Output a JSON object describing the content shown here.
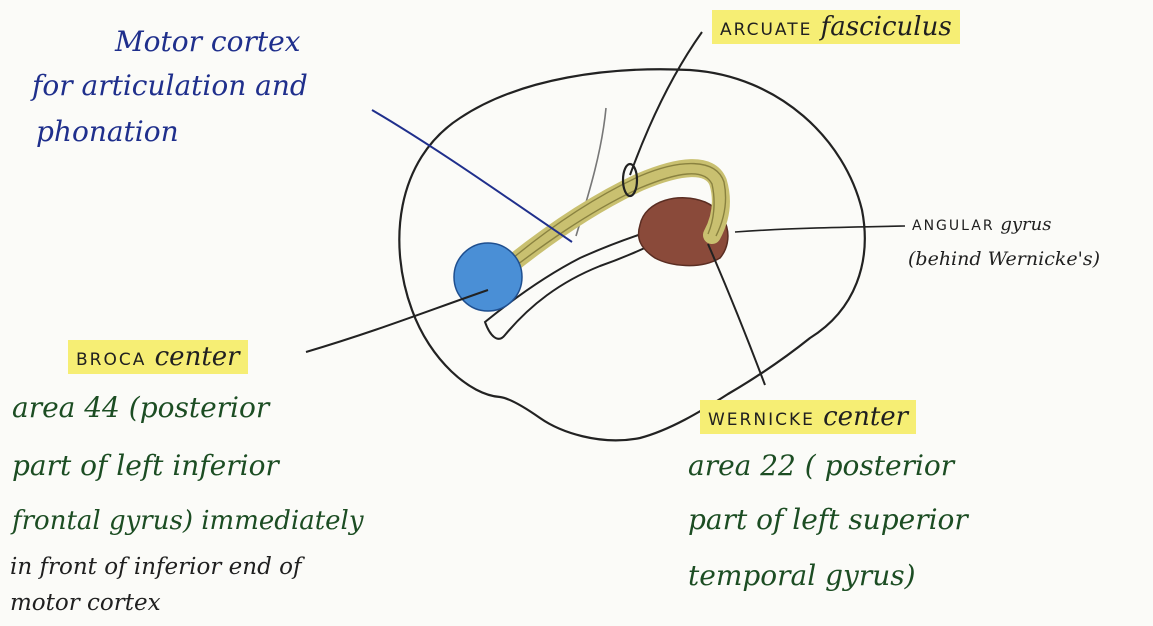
{
  "motor_cortex": {
    "lines": [
      "Motor cortex",
      "for articulation and",
      "phonation"
    ]
  },
  "arcuate": {
    "word1": "ARCUATE",
    "word2": "fasciculus"
  },
  "angular": {
    "line1_word1": "ANGULAR",
    "line1_word2": "gyrus",
    "line2": "(behind Wernicke's)"
  },
  "broca": {
    "word1": "BROCA",
    "word2": "center",
    "desc": [
      "area 44  (posterior",
      "part of left inferior",
      "frontal gyrus) immediately",
      "in front of inferior end of",
      "motor cortex"
    ]
  },
  "wernicke": {
    "word1": "WERNICKE",
    "word2": "center",
    "desc": [
      "area 22  ( posterior",
      "part of left superior",
      "temporal gyrus)"
    ]
  },
  "colors": {
    "highlight": "#f6ee74",
    "blue_ink": "#1f2f8c",
    "green_ink": "#1c4d23",
    "broca_area": "#4a8fd6",
    "wernicke_area": "#8a4a3a",
    "fasciculus": "#c9c070"
  }
}
